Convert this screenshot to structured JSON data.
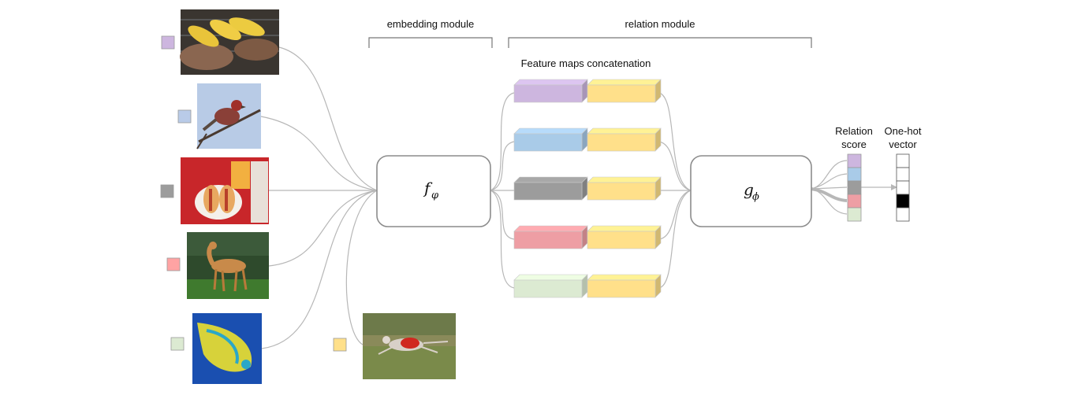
{
  "labels": {
    "embedding_module": "embedding module",
    "relation_module": "relation module",
    "feature_maps": "Feature maps concatenation",
    "relation_score_line1": "Relation",
    "relation_score_line2": "score",
    "onehot_line1": "One-hot",
    "onehot_line2": "vector"
  },
  "modules": {
    "f": {
      "symbol": "f",
      "subscript": "φ"
    },
    "g": {
      "symbol": "g",
      "subscript": "ϕ"
    }
  },
  "colors": {
    "purple": "#cdb6df",
    "blue": "#a9cbe8",
    "gray": "#9c9c9c",
    "red": "#ee9ea4",
    "green": "#dcead2",
    "yellow": "#ffe08a",
    "black": "#000000"
  },
  "support_images": [
    {
      "icon": "grilled-corn-steak-photo",
      "class_color": "purple"
    },
    {
      "icon": "bird-on-branch-photo",
      "class_color": "blue"
    },
    {
      "icon": "hotdogs-tray-photo",
      "class_color": "gray"
    },
    {
      "icon": "standing-dog-photo",
      "class_color": "red"
    },
    {
      "icon": "tropical-fish-photo",
      "class_color": "green"
    }
  ],
  "query_image": {
    "icon": "running-dog-photo",
    "class_color": "yellow"
  },
  "feature_pairs": [
    "purple",
    "blue",
    "gray",
    "red",
    "green"
  ],
  "relation_scores": [
    "purple",
    "blue",
    "gray",
    "red",
    "green"
  ],
  "onehot_vector": [
    0,
    0,
    0,
    1,
    0
  ]
}
